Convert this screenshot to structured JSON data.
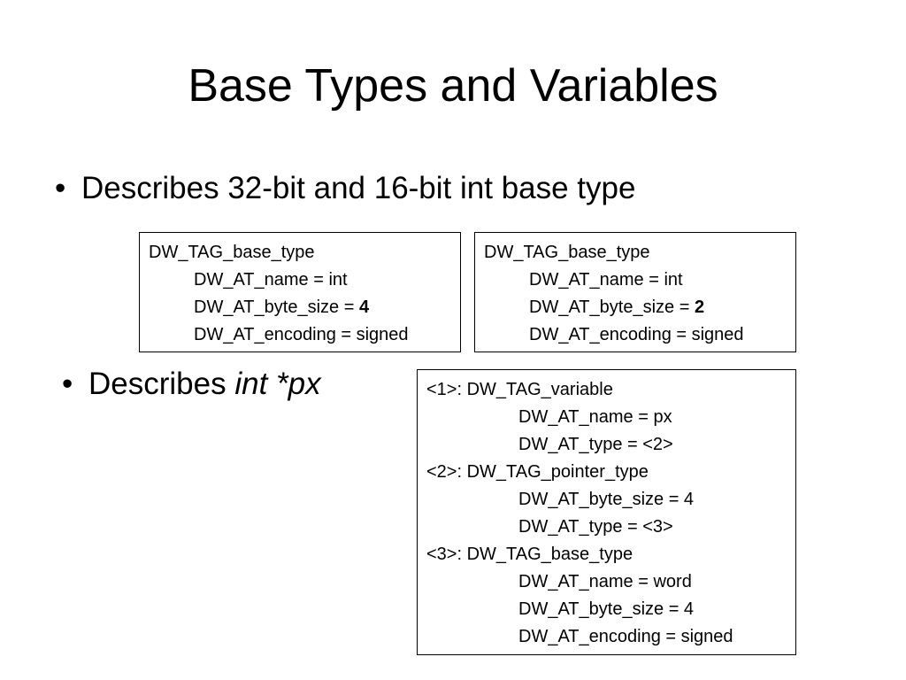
{
  "slide": {
    "title": "Base Types and Variables",
    "bullets": [
      {
        "text": "Describes 32-bit and 16-bit int base type"
      },
      {
        "prefix": "Describes ",
        "emphasis": "int *px"
      }
    ],
    "bullet_glyph": "•"
  },
  "boxes": {
    "int32": {
      "tag": "DW_TAG_base_type",
      "name": "DW_AT_name = int",
      "byte_size_prefix": "DW_AT_byte_size = ",
      "byte_size_value": "4",
      "encoding": "DW_AT_encoding = signed"
    },
    "int16": {
      "tag": "DW_TAG_base_type",
      "name": "DW_AT_name = int",
      "byte_size_prefix": "DW_AT_byte_size = ",
      "byte_size_value": "2",
      "encoding": "DW_AT_encoding = signed"
    },
    "pointer": [
      {
        "text": "<1>: DW_TAG_variable",
        "indent": 0
      },
      {
        "text": "DW_AT_name = px",
        "indent": 1
      },
      {
        "text": "DW_AT_type = <2>",
        "indent": 1
      },
      {
        "text": "<2>: DW_TAG_pointer_type",
        "indent": 0
      },
      {
        "text": "DW_AT_byte_size = 4",
        "indent": 1
      },
      {
        "text": "DW_AT_type = <3>",
        "indent": 1
      },
      {
        "text": "<3>: DW_TAG_base_type",
        "indent": 0
      },
      {
        "text": "DW_AT_name = word",
        "indent": 1
      },
      {
        "text": "DW_AT_byte_size = 4",
        "indent": 1
      },
      {
        "text": "DW_AT_encoding = signed",
        "indent": 1
      }
    ]
  }
}
